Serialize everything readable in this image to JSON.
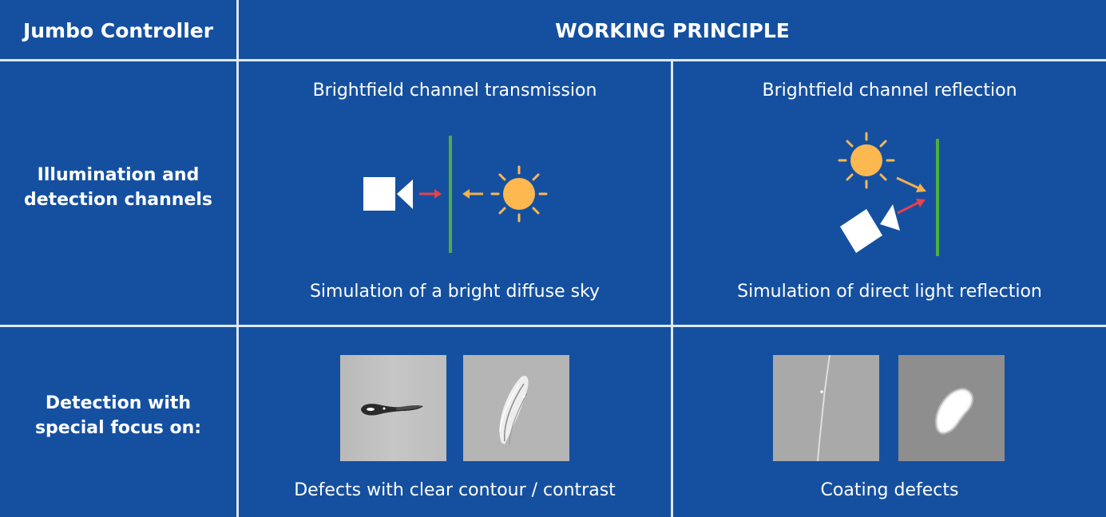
{
  "header": {
    "corner_title": "Jumbo Controller",
    "title": "WORKING PRINCIPLE"
  },
  "rows": {
    "illumination_label": [
      "Illumination and",
      "detection channels"
    ],
    "detection_label": [
      "Detection with",
      "special focus on:"
    ]
  },
  "columns": [
    {
      "title": "Brightfield channel transmission",
      "subtitle": "Simulation of a bright diffuse sky",
      "caption": "Defects with clear contour / contrast",
      "icons": [
        "camera-icon",
        "red-arrow-icon",
        "glass-pane-icon",
        "yellow-arrow-icon",
        "sun-icon"
      ],
      "images": [
        "black-spot-defect-image",
        "scratch-defect-image"
      ]
    },
    {
      "title": "Brightfield channel reflection",
      "subtitle": "Simulation of direct light reflection",
      "caption": "Coating defects",
      "icons": [
        "sun-icon",
        "yellow-arrow-icon",
        "camera-icon",
        "red-arrow-icon",
        "glass-pane-icon"
      ],
      "images": [
        "line-defect-image",
        "coating-spot-defect-image"
      ]
    }
  ],
  "colors": {
    "background": "#1550a0",
    "grid_line": "#dfe7f3",
    "sun": "#fdb850",
    "sun_arrow": "#f5b04a",
    "camera_arrow": "#e8414b",
    "glass_pane": "#4cae3f"
  }
}
